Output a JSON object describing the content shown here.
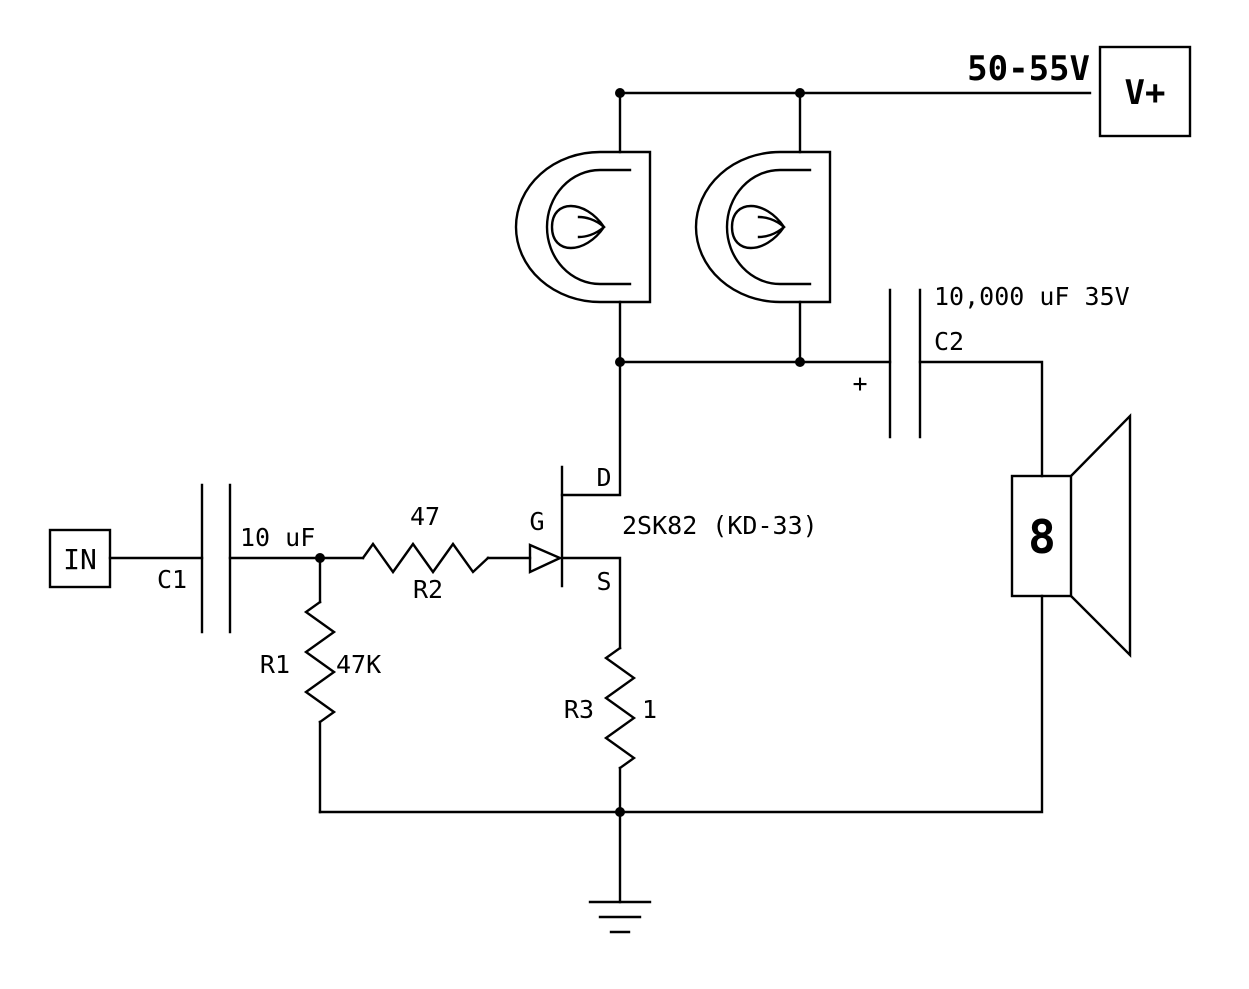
{
  "supply": {
    "voltage": "50-55V",
    "terminal": "V+"
  },
  "input": {
    "terminal": "IN"
  },
  "c1": {
    "ref": "C1",
    "value": "10 uF"
  },
  "r1": {
    "ref": "R1",
    "value": "47K"
  },
  "r2": {
    "ref": "R2",
    "value": "47"
  },
  "r3": {
    "ref": "R3",
    "value": "1"
  },
  "transistor": {
    "part": "2SK82 (KD-33)",
    "gate": "G",
    "drain": "D",
    "source": "S"
  },
  "c2": {
    "ref": "C2",
    "value": "10,000 uF 35V",
    "polarity": "+"
  },
  "speaker": {
    "impedance": "8"
  }
}
